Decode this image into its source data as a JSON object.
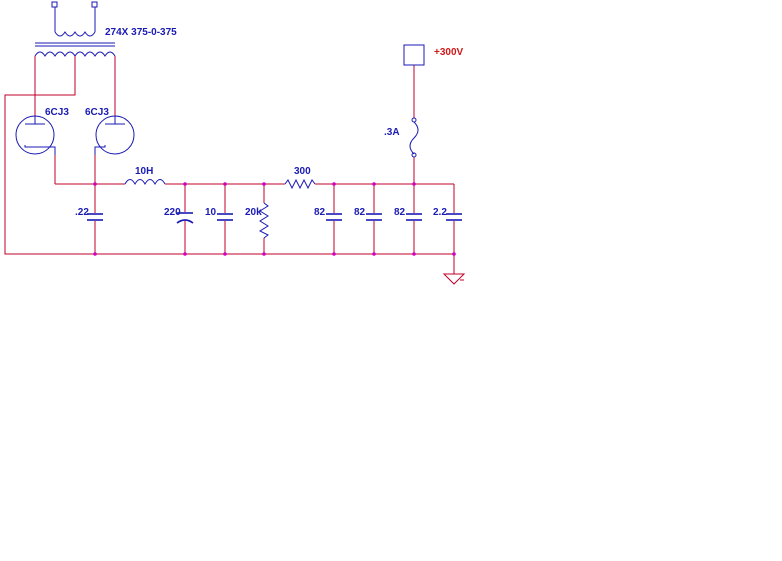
{
  "transformer": {
    "label": "274X  375-0-375"
  },
  "tubes": [
    {
      "label": "6CJ3"
    },
    {
      "label": "6CJ3"
    }
  ],
  "inductor": {
    "label": "10H"
  },
  "resistor_series": {
    "label": "300"
  },
  "supply": {
    "label": "+300V"
  },
  "load_current": {
    "label": ".3A"
  },
  "capacitors": [
    {
      "label": ".22"
    },
    {
      "label": "220"
    },
    {
      "label": "10"
    },
    {
      "label": "82"
    },
    {
      "label": "82"
    },
    {
      "label": "82"
    },
    {
      "label": "2.2"
    }
  ],
  "bleeder": {
    "label": "20k"
  },
  "colors": {
    "wire": "#c00028",
    "component": "#1a1ab4",
    "node": "#d000c0",
    "supply_text": "#d01818"
  }
}
